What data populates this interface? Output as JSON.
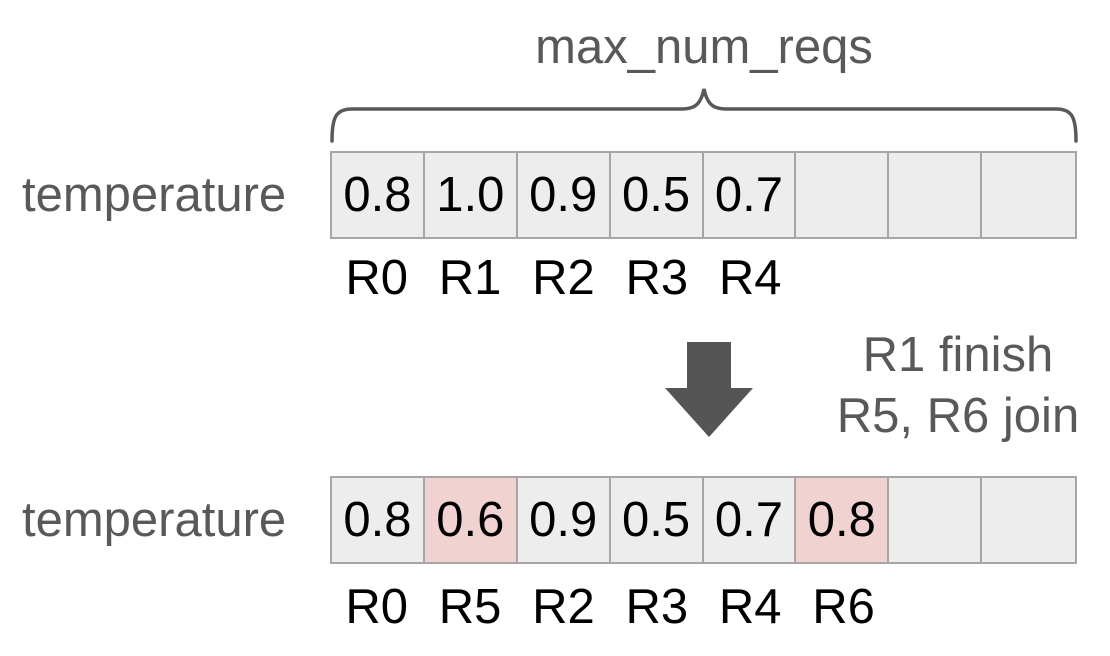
{
  "brace": {
    "label": "max_num_reqs"
  },
  "top_row": {
    "label": "temperature",
    "cells": [
      {
        "value": "0.8",
        "req": "R0",
        "highlight": false
      },
      {
        "value": "1.0",
        "req": "R1",
        "highlight": false
      },
      {
        "value": "0.9",
        "req": "R2",
        "highlight": false
      },
      {
        "value": "0.5",
        "req": "R3",
        "highlight": false
      },
      {
        "value": "0.7",
        "req": "R4",
        "highlight": false
      },
      {
        "value": "",
        "req": "",
        "highlight": false
      },
      {
        "value": "",
        "req": "",
        "highlight": false
      },
      {
        "value": "",
        "req": "",
        "highlight": false
      }
    ]
  },
  "transition": {
    "arrow_icon": "down-arrow",
    "line1": "R1 finish",
    "line2": "R5, R6 join"
  },
  "bottom_row": {
    "label": "temperature",
    "cells": [
      {
        "value": "0.8",
        "req": "R0",
        "highlight": false
      },
      {
        "value": "0.6",
        "req": "R5",
        "highlight": true
      },
      {
        "value": "0.9",
        "req": "R2",
        "highlight": false
      },
      {
        "value": "0.5",
        "req": "R3",
        "highlight": false
      },
      {
        "value": "0.7",
        "req": "R4",
        "highlight": false
      },
      {
        "value": "0.8",
        "req": "R6",
        "highlight": true
      },
      {
        "value": "",
        "req": "",
        "highlight": false
      },
      {
        "value": "",
        "req": "",
        "highlight": false
      }
    ]
  },
  "colors": {
    "label_gray": "#595959",
    "cell_fill": "#ededed",
    "cell_border": "#a6a6a6",
    "highlight_fill": "#f0d2d0",
    "arrow_gray": "#555555",
    "value_black": "#000000"
  }
}
